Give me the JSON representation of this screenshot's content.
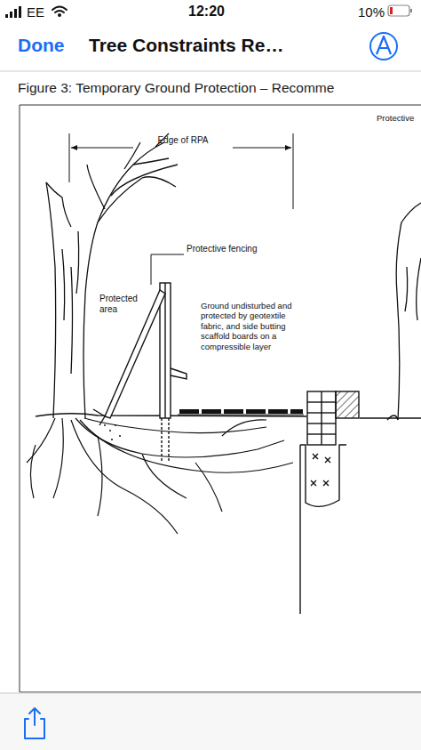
{
  "diagram": {
    "caption": "Figure 3: Temporary Ground Protection – Recomme",
    "labels": [
      "EE",
      "12:20",
      "10%",
      "Done",
      "Tree Constraints Re…",
      "Protective",
      "Edge of RPA",
      "Protective fencing",
      "Protected area",
      "Ground undisturbed and protected by geotextile fabric, and side butting scaffold boards on a compressible layer"
    ]
  }
}
